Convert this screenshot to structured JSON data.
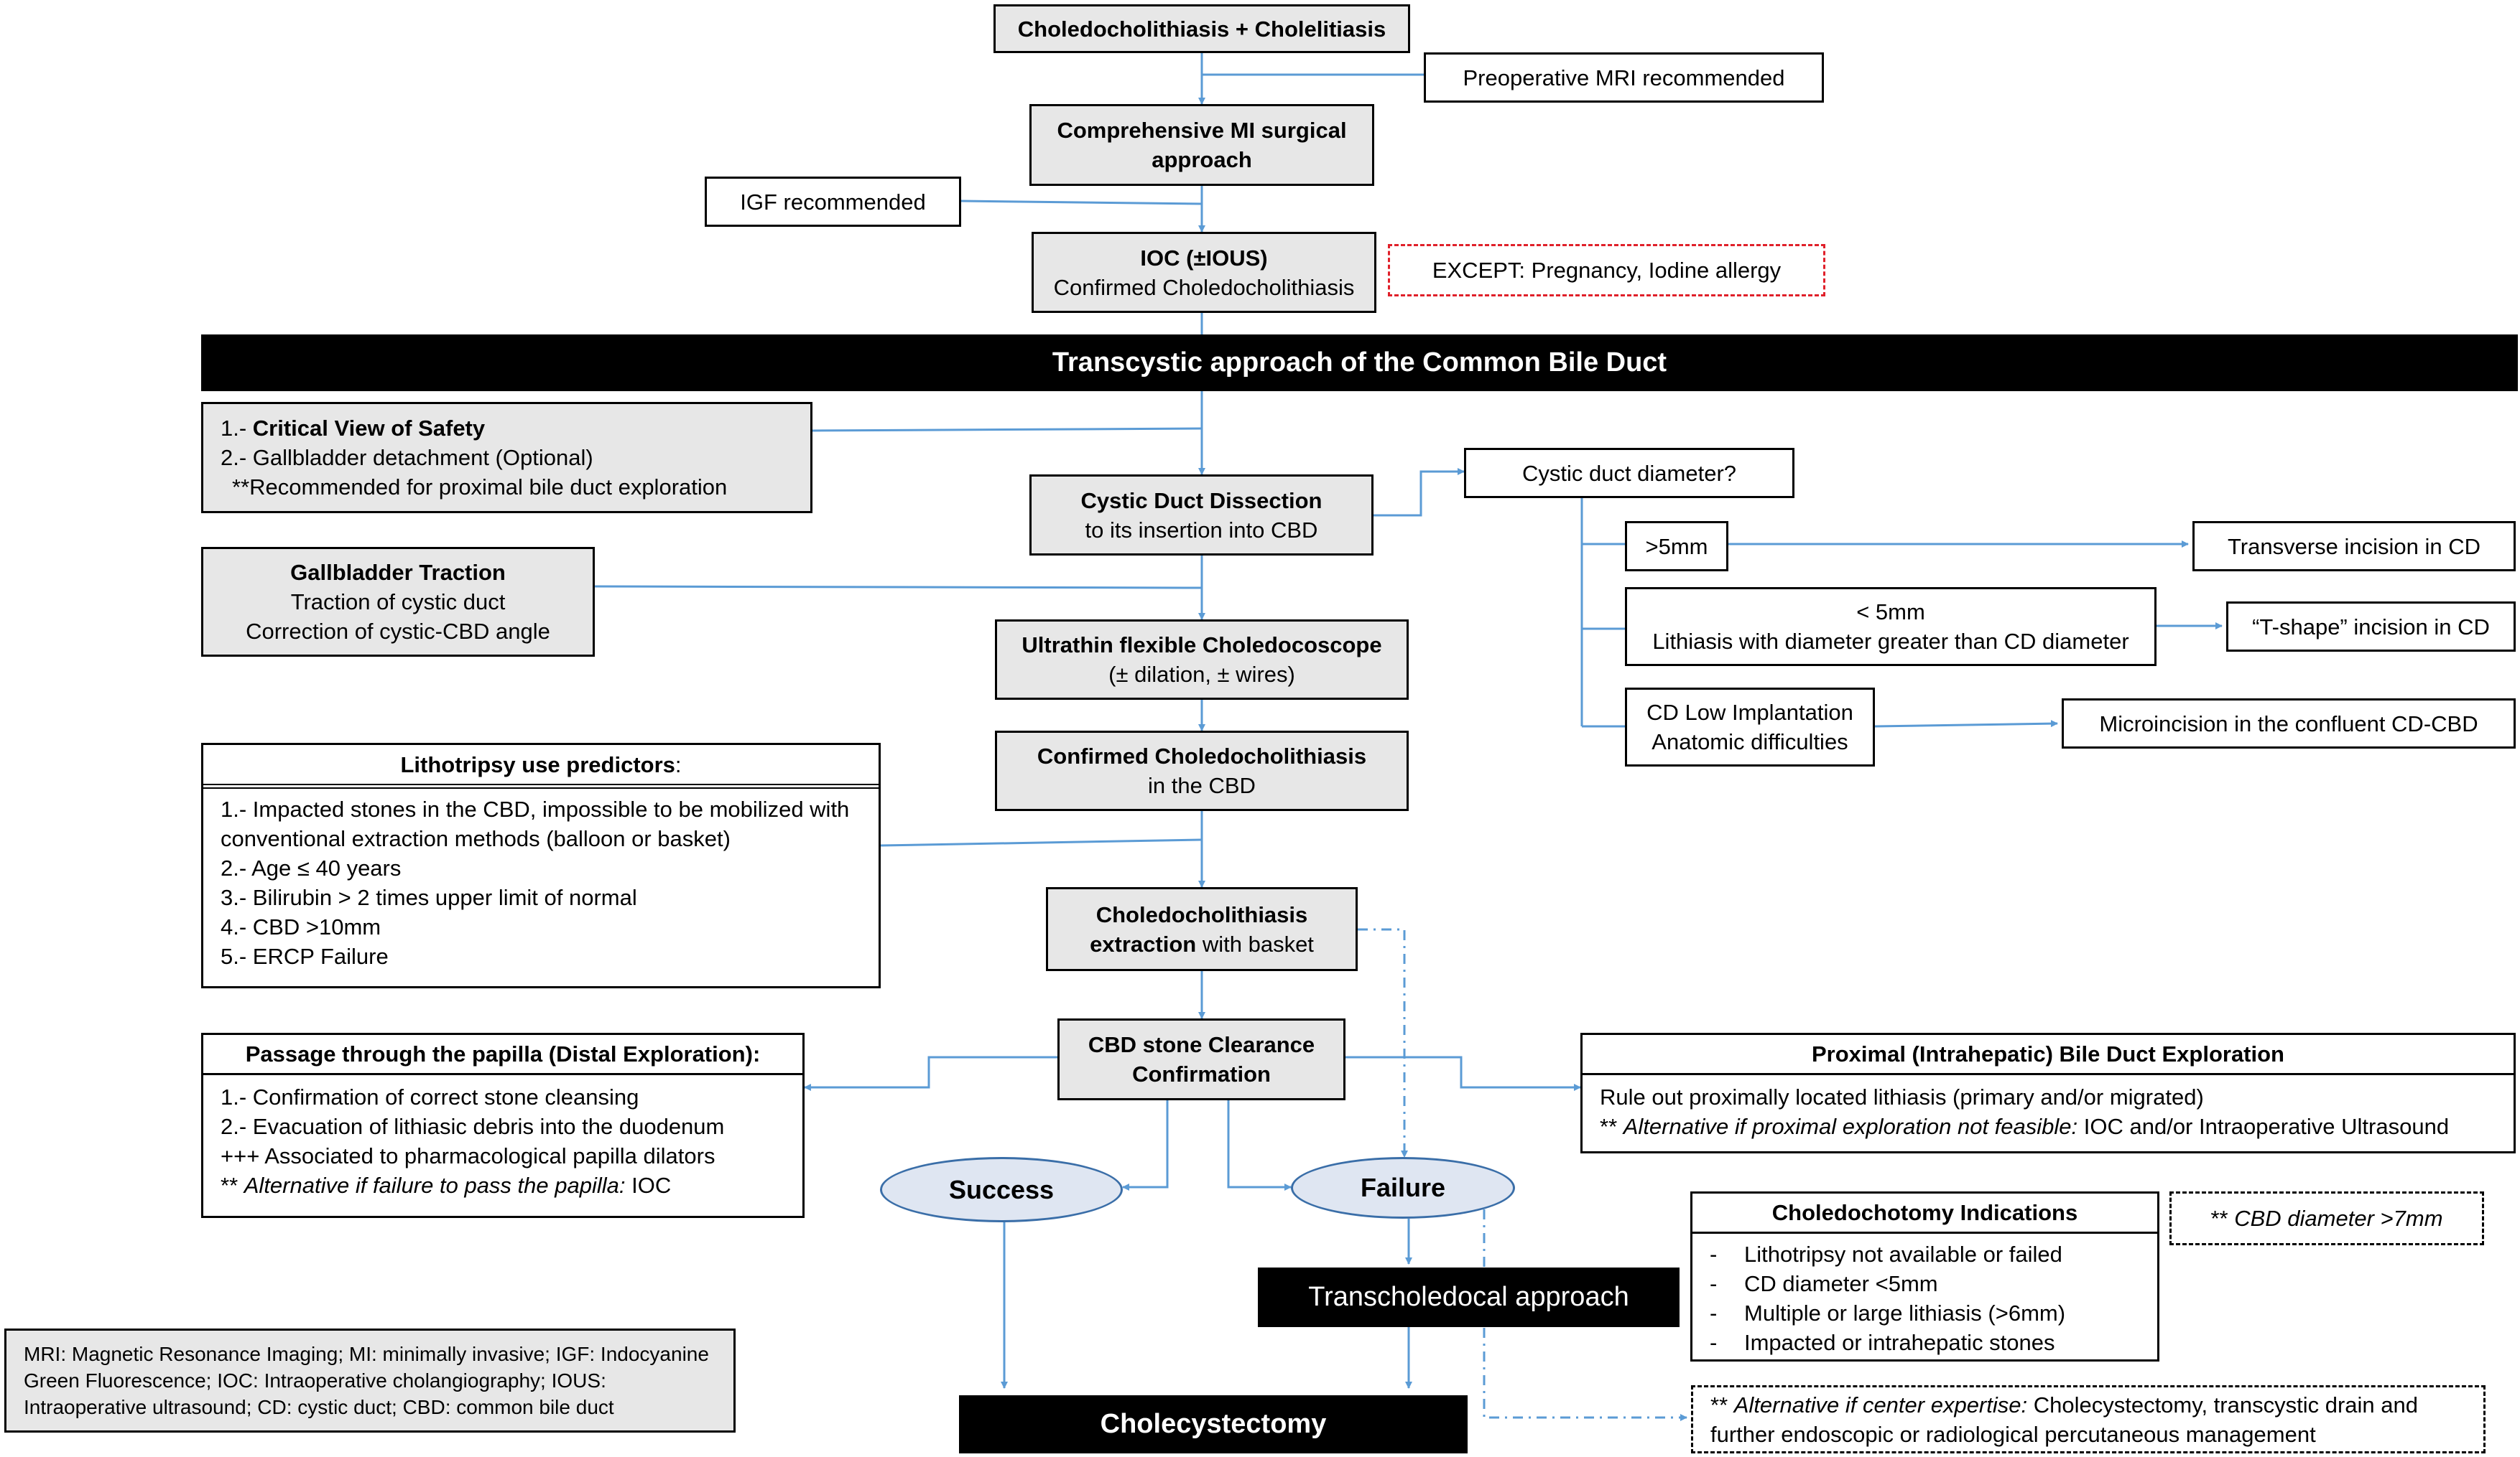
{
  "nodes": {
    "top": "Choledocholithiasis + Cholelitiasis",
    "mri_rec": "Preoperative MRI recommended",
    "mi_approach": "Comprehensive MI surgical approach",
    "igf_rec": "IGF recommended",
    "ioc_title": "IOC (±IOUS)",
    "ioc_sub": "Confirmed Choledocholithiasis",
    "except": "EXCEPT: Pregnancy, Iodine allergy",
    "transcystic": "Transcystic approach of the Common Bile Duct",
    "cvs_1_prefix": "1.- ",
    "cvs_1_bold": "Critical View of Safety",
    "cvs_2": "2.- Gallbladder detachment (Optional)",
    "cvs_3": "**Recommended for proximal bile duct exploration",
    "cystic_dissection_title": "Cystic Duct Dissection",
    "cystic_dissection_sub": "to its insertion into CBD",
    "cystic_diameter_q": "Cystic duct diameter?",
    "gt_title": "Gallbladder Traction",
    "gt_line1": "Traction of cystic duct",
    "gt_line2": "Correction of cystic-CBD angle",
    "gt5": ">5mm",
    "transverse": "Transverse incision in CD",
    "lt5_line1": "< 5mm",
    "lt5_line2": "Lithiasis with diameter greater than CD diameter",
    "tshape": "“T-shape” incision in CD",
    "low_impl_1": "CD Low Implantation",
    "low_impl_2": "Anatomic difficulties",
    "microincision": "Microincision in the confluent CD-CBD",
    "ultrathin_title": "Ultrathin flexible Choledocoscope",
    "ultrathin_sub": "(± dilation, ± wires)",
    "confirmed_title": "Confirmed Choledocholithiasis",
    "confirmed_sub": "in the CBD",
    "litho_header": "Lithotripsy use predictors",
    "litho_colon": ":",
    "litho_items": [
      "1.- Impacted stones in the CBD, impossible to be mobilized with",
      "conventional extraction methods (balloon or basket)",
      "2.- Age ≤ 40 years",
      "3.- Bilirubin > 2 times upper limit of normal",
      "4.- CBD >10mm",
      "5.- ERCP Failure"
    ],
    "extraction_line1": "Choledocholithiasis",
    "extraction_bold": "extraction",
    "extraction_rest": " with basket",
    "clearance_line1": "CBD stone Clearance",
    "clearance_line2": "Confirmation",
    "papilla_header": "Passage through the papilla (Distal Exploration):",
    "papilla_items": [
      "1.- Confirmation of correct stone cleansing",
      "2.- Evacuation of lithiasic debris into the duodenum",
      "+++ Associated to pharmacological papilla dilators"
    ],
    "papilla_alt_prefix": "** ",
    "papilla_alt_italic": "Alternative if failure to pass the papilla:",
    "papilla_alt_rest": " IOC",
    "proximal_header": "Proximal (Intrahepatic) Bile Duct Exploration",
    "proximal_line1": "Rule out proximally located lithiasis (primary and/or migrated)",
    "proximal_alt_prefix": "** ",
    "proximal_alt_italic": "Alternative if proximal exploration not feasible:",
    "proximal_alt_rest": " IOC and/or Intraoperative Ultrasound",
    "success": "Success",
    "failure": "Failure",
    "chole_ind_header": "Choledochotomy Indications",
    "chole_ind_items": [
      "Lithotripsy not available or failed",
      "CD diameter <5mm",
      "Multiple or large lithiasis (>6mm)",
      "Impacted or intrahepatic  stones"
    ],
    "chole_ind_dash": "-",
    "cbd_diam": "CBD diameter >7mm",
    "cbd_diam_prefix": "** ",
    "transcholedocal": "Transcholedocal approach",
    "cholecystectomy": "Cholecystectomy",
    "alt_prefix": "** ",
    "alt_italic": "Alternative if center expertise:",
    "alt_rest_1": " Cholecystectomy, transcystic drain and",
    "alt_rest_2": "further endoscopic or radiological percutaneous management",
    "abbrev_1": "MRI: Magnetic Resonance Imaging; MI: minimally invasive; IGF: Indocyanine",
    "abbrev_2": "Green Fluorescence; IOC: Intraoperative cholangiography; IOUS:",
    "abbrev_3": "Intraoperative ultrasound; CD: cystic duct; CBD: common bile duct"
  },
  "colors": {
    "connector": "#5b9bd5",
    "dashed_box": "#e0202a",
    "box_fill": "#e7e7e7",
    "oval_fill": "#dfe6f2",
    "bar_fill": "#000000"
  }
}
